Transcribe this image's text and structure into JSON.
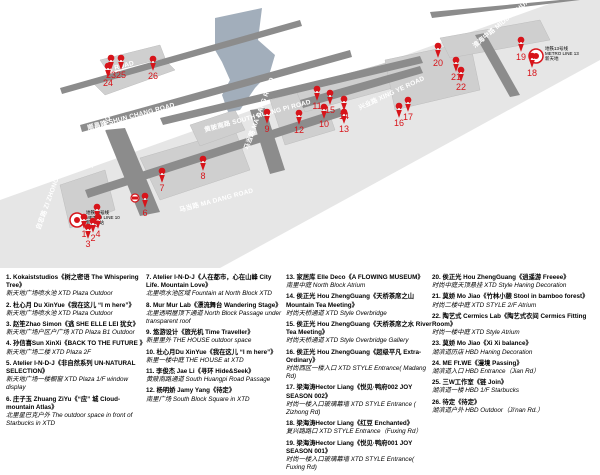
{
  "map": {
    "roads": [
      {
        "id": "jinan",
        "label": "济南路 JI NAN ROAD"
      },
      {
        "id": "shunchang",
        "label": "顺昌路 SHUN CHANG ROAD"
      },
      {
        "id": "huangpi",
        "label": "黄陂南路 SOUTH HUANG PI ROAD"
      },
      {
        "id": "madang",
        "label": "马当路 MA DANG ROAD"
      },
      {
        "id": "xingye",
        "label": "兴业路 XING YE ROAD"
      },
      {
        "id": "taicang",
        "label": "太仓路 TAI CANG ROAD"
      },
      {
        "id": "zizhong",
        "label": "自忠路 ZI ZHONG ROAD"
      },
      {
        "id": "huaihai",
        "label": "淮海中路 MIDDLE HUAIHAI ROAD"
      },
      {
        "id": "madangtop",
        "label": "马当路 MA DANG ROAD"
      }
    ],
    "metro": [
      {
        "id": "south-metro",
        "lines": [
          "地铁10号线",
          "METRO LINE 10",
          "新天地站"
        ]
      },
      {
        "id": "north-metro",
        "lines": [
          "地铁13号线",
          "METRO LINE 13",
          "新天地"
        ]
      }
    ],
    "pins": [
      "1",
      "2",
      "3",
      "4",
      "5",
      "6",
      "7",
      "8",
      "9",
      "10",
      "11",
      "12",
      "13",
      "14",
      "15",
      "16",
      "17",
      "18",
      "19",
      "20",
      "21",
      "22",
      "23",
      "24",
      "25",
      "26"
    ],
    "colors": {
      "road": "#8c8c8c",
      "block": "#d2d2d2",
      "lake": "#a2aebb",
      "pin": "#d7141a",
      "ground": "#e4e4e4",
      "text": "#000000"
    }
  },
  "legend": {
    "col1": [
      {
        "num": "1.",
        "cn": "Kokaiststudios《树之密语",
        "en": " The Whispering Tree》",
        "loc": "新天地广场喷水池 XTD Plaza Outdoor"
      },
      {
        "num": "2.",
        "cn": "杜心月 Du XinYue《我在这儿 “I m here”》",
        "en": "",
        "loc": "新天地广场喷水池 XTD Plaza Outdoor"
      },
      {
        "num": "3.",
        "cn": "赵笙Zhao Simon《逃 SHE ELLE LEI 犹女》",
        "en": "",
        "loc": "新天地广场户区户广场 XTD Plaza B1 Outdoor"
      },
      {
        "num": "4.",
        "cn": "孙信喜Sun XinXi《BACK TO THE FUTURE 》",
        "en": "",
        "loc": "新天地广场二楼 XTD Plaza 2F"
      },
      {
        "num": "5.",
        "cn": "Atelier I-N-D-J《非自然系列 UN-NATURAL SELECTION》",
        "en": "",
        "loc": "新天地广场一楼橱窗 XTD Plaza 1/F window display"
      },
      {
        "num": "6.",
        "cn": "庄子玉 Zhuang ZiYu《“应” 城 Cloud-mountain Atlas》",
        "en": "",
        "loc": "北里星巴克户外 The outdoor space in front of  Starbucks in XTD"
      }
    ],
    "col2": [
      {
        "num": "7.",
        "cn": "Atelier I-N-D-J《人在都市，心在山峰 City Life. Mountain Love》",
        "en": "",
        "loc": "北里喷水池区域 Fountain at North Block XTD"
      },
      {
        "num": "8.",
        "cn": "Mur Mur Lab《漂流舞台 Wandering Stage》",
        "en": "",
        "loc": "北里透明屋顶下通道 North Block Passage under transparent roof"
      },
      {
        "num": "9.",
        "cn": "悠游设计《旅光机 Time Traveller》",
        "en": "",
        "loc": "新里里外 THE HOUSE outdoor space"
      },
      {
        "num": "10.",
        "cn": "杜心月Du XinYue《我在这儿 “I m here”》",
        "en": "",
        "loc": "新里一楼中庭 THE HOUSE at XTD"
      },
      {
        "num": "11.",
        "cn": "李俊杰 Jae Li《寻环 Hide&Seek》",
        "en": "",
        "loc": "黄陂南路通道 South Huangpi Road  Passage"
      },
      {
        "num": "12.",
        "cn": "杨明娇 Jamy Yang《待定》",
        "en": "",
        "loc": "南里广场 South Block Square in XTD"
      }
    ],
    "col3": [
      {
        "num": "13.",
        "cn": "家居库 Elle Deco《A FLOWING MUSEUM》",
        "en": "",
        "loc": "南里中庭 North Block Atrium"
      },
      {
        "num": "14.",
        "cn": "侯正光 Hou ZhengGuang《天桥茶席之山 Mountain Tea Meeting》",
        "en": "",
        "loc": "时尚天桥通道 XTD Style Overbridge"
      },
      {
        "num": "15.",
        "cn": "侯正光 Hou ZhengGuang《天桥茶席之水 River Tea Meeting》",
        "en": "",
        "loc": "时尚天桥通道 XTD Style Overbridge Gallery"
      },
      {
        "num": "16.",
        "cn": "侯正光 Hou ZhengGuang《超级平凡 Extra-Ordinary》",
        "en": "",
        "loc": "时尚西区一楼入口 XTD STYLE Entrance( Madang Rd)"
      },
      {
        "num": "17.",
        "cn": "梁海涛Hector Liang《悦见·鸭府002 JOY SEASON 002》",
        "en": "",
        "loc": "时尚一楼入口玻璃幕墙 XTD STYLE Entrance ( Zizhong Rd)"
      },
      {
        "num": "18.",
        "cn": "梁海涛Hector Liang《红豆 Enchanted》",
        "en": "",
        "loc": "复兴路路口 XTD STYLE Entrance（Fuxing Rd）"
      },
      {
        "num": "19.",
        "cn": "梁海涛Hector Liang《悦见·鸭府001 JOY SEASON 001》",
        "en": "",
        "loc": "时尚一楼入口玻璃幕墙 XTD STYLE Entrance( Fuxing Rd)"
      }
    ],
    "col4": [
      {
        "num": "20.",
        "cn": "侯正光 Hou ZhengGuang《逍遥游 Freeee》",
        "en": "",
        "loc": "时尚中庭天顶悬挂 XTD Style Haning Decoration"
      },
      {
        "num": "21.",
        "cn": "莫娇 Mo Jiao《竹林小憩 Stool in bamboo forest》",
        "en": "",
        "loc": "时尚二楼中庭 XTD STYLE 2/F Atrium"
      },
      {
        "num": "22.",
        "cn": "陶艺式 Cermics Lab《陶艺式衣间 Cermics Fitting Room》",
        "en": "",
        "loc": "时尚一楼中庭 XTD Style Atrium"
      },
      {
        "num": "23.",
        "cn": "莫娇 Mo Jiao《Xi Xi balance》",
        "en": "",
        "loc": "湖滨道历店 HBD Haning Decoration"
      },
      {
        "num": "24.",
        "cn": "ME Ft.WE《漫境 Passing》",
        "en": "",
        "loc": "湖滨道入口 HBD Entrance（Jian Rd）"
      },
      {
        "num": "25.",
        "cn": "三W工作室《链 Join》",
        "en": "",
        "loc": "湖滨道一楼 HBD 1/F Starbucks"
      },
      {
        "num": "26.",
        "cn": "待定《待定》",
        "en": "",
        "loc": "湖滨道户外 HBD Outdoor（Ji'nan Rd.）"
      }
    ]
  }
}
